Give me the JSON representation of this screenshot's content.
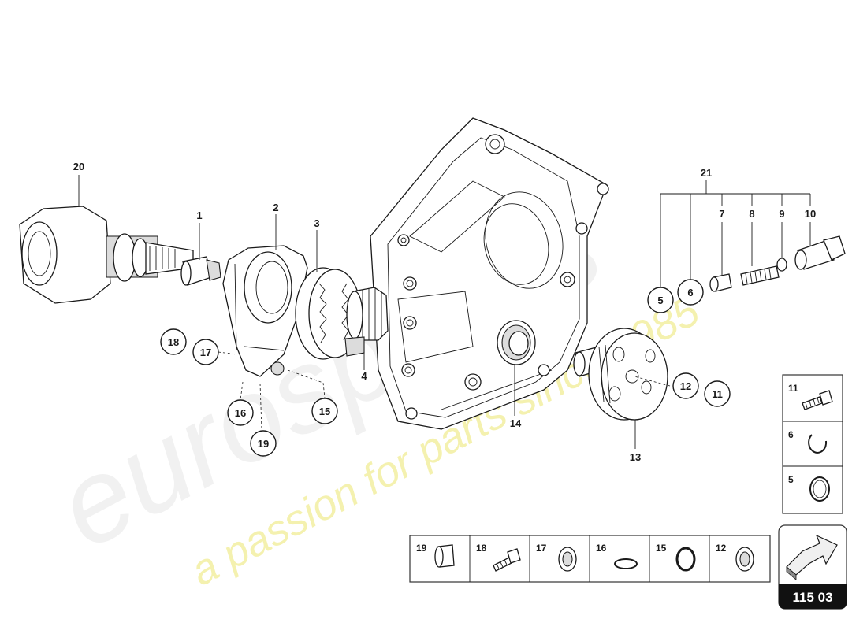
{
  "watermark": {
    "brand": "eurospares",
    "tagline": "a passion for parts since 1985"
  },
  "diagram_ref": "115 03",
  "callouts": {
    "c1": "1",
    "c2": "2",
    "c3": "3",
    "c4": "4",
    "c5": "5",
    "c6": "6",
    "c7": "7",
    "c8": "8",
    "c9": "9",
    "c10": "10",
    "c11": "11",
    "c12": "12",
    "c13": "13",
    "c14": "14",
    "c15": "15",
    "c16": "16",
    "c17": "17",
    "c18": "18",
    "c19": "19",
    "c20": "20",
    "c21": "21"
  },
  "side_legend": [
    {
      "number": "11",
      "icon": "bolt-icon"
    },
    {
      "number": "6",
      "icon": "circlip-icon"
    },
    {
      "number": "5",
      "icon": "washer-icon"
    }
  ],
  "bottom_legend": [
    {
      "number": "19",
      "icon": "plug-icon"
    },
    {
      "number": "18",
      "icon": "bolt-icon"
    },
    {
      "number": "17",
      "icon": "seal-ring-icon"
    },
    {
      "number": "16",
      "icon": "o-ring-thin-icon"
    },
    {
      "number": "15",
      "icon": "o-ring-thick-icon"
    },
    {
      "number": "12",
      "icon": "seal-ring-icon"
    }
  ]
}
